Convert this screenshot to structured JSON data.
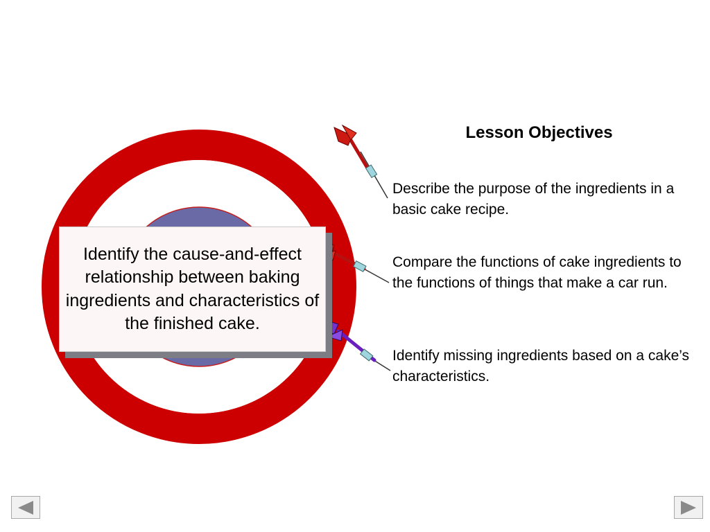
{
  "slide": {
    "title": "Lesson Objectives",
    "target_text": "Identify the cause-and-effect relationship between baking ingredients and characteristics of the finished cake.",
    "objectives": [
      "Describe the purpose of the ingredients in a basic cake recipe.",
      "Compare the functions of cake ingredients to the functions of things that make a car run.",
      "Identify missing ingredients based on a cake’s characteristics."
    ]
  },
  "icons": {
    "target": "bullseye-target-icon",
    "darts": [
      "red-dart-icon",
      "red-dart-icon",
      "purple-dart-icon"
    ],
    "prev": "previous-arrow-icon",
    "next": "next-arrow-icon"
  },
  "colors": {
    "ring_red": "#cc0000",
    "center_blue": "#6a6aa6",
    "dart_red": "#cc1a12",
    "dart_purple": "#7433cc",
    "dart_barrel": "#9fd5dc"
  }
}
